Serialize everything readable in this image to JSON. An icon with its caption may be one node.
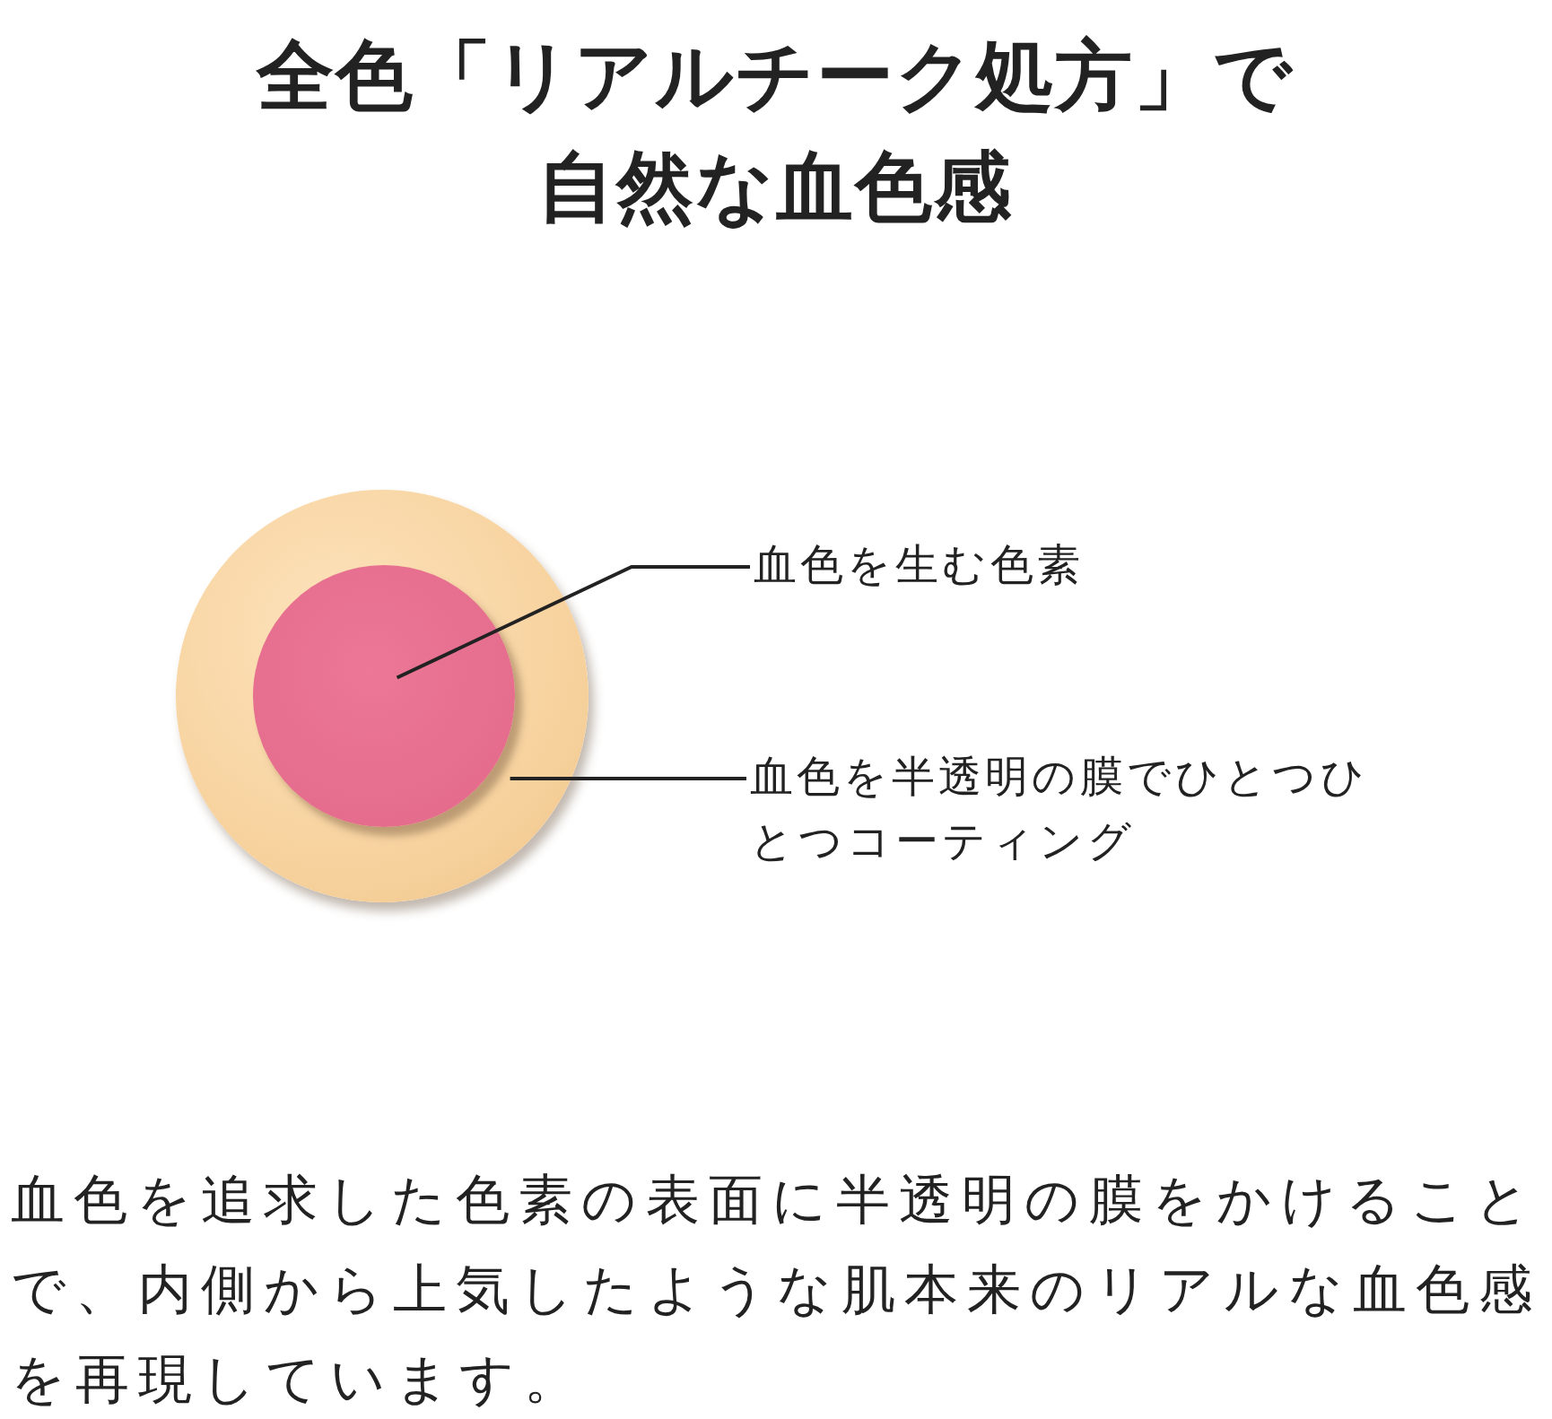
{
  "diagram": {
    "title": "全色「リアルチーク処方」で自然な血色感",
    "nodes": [
      {
        "text": [],
        "shape": "circle"
      },
      {
        "text": [],
        "shape": "circle",
        "in": 0
      },
      {
        "text": [
          "血色を生む色素"
        ]
      },
      {
        "text": [
          "血色を半透明の膜でひとつひとつコーティング"
        ]
      }
    ],
    "edges": [
      {
        "from": 2,
        "to": 1,
        "arrow": "none"
      },
      {
        "from": 3,
        "to": 0,
        "arrow": "none"
      }
    ],
    "caption": "血色を追求した色素の表面に半透明の膜をかけることで、内側から上気したような肌本来のリアルな血色感を再現しています。"
  }
}
